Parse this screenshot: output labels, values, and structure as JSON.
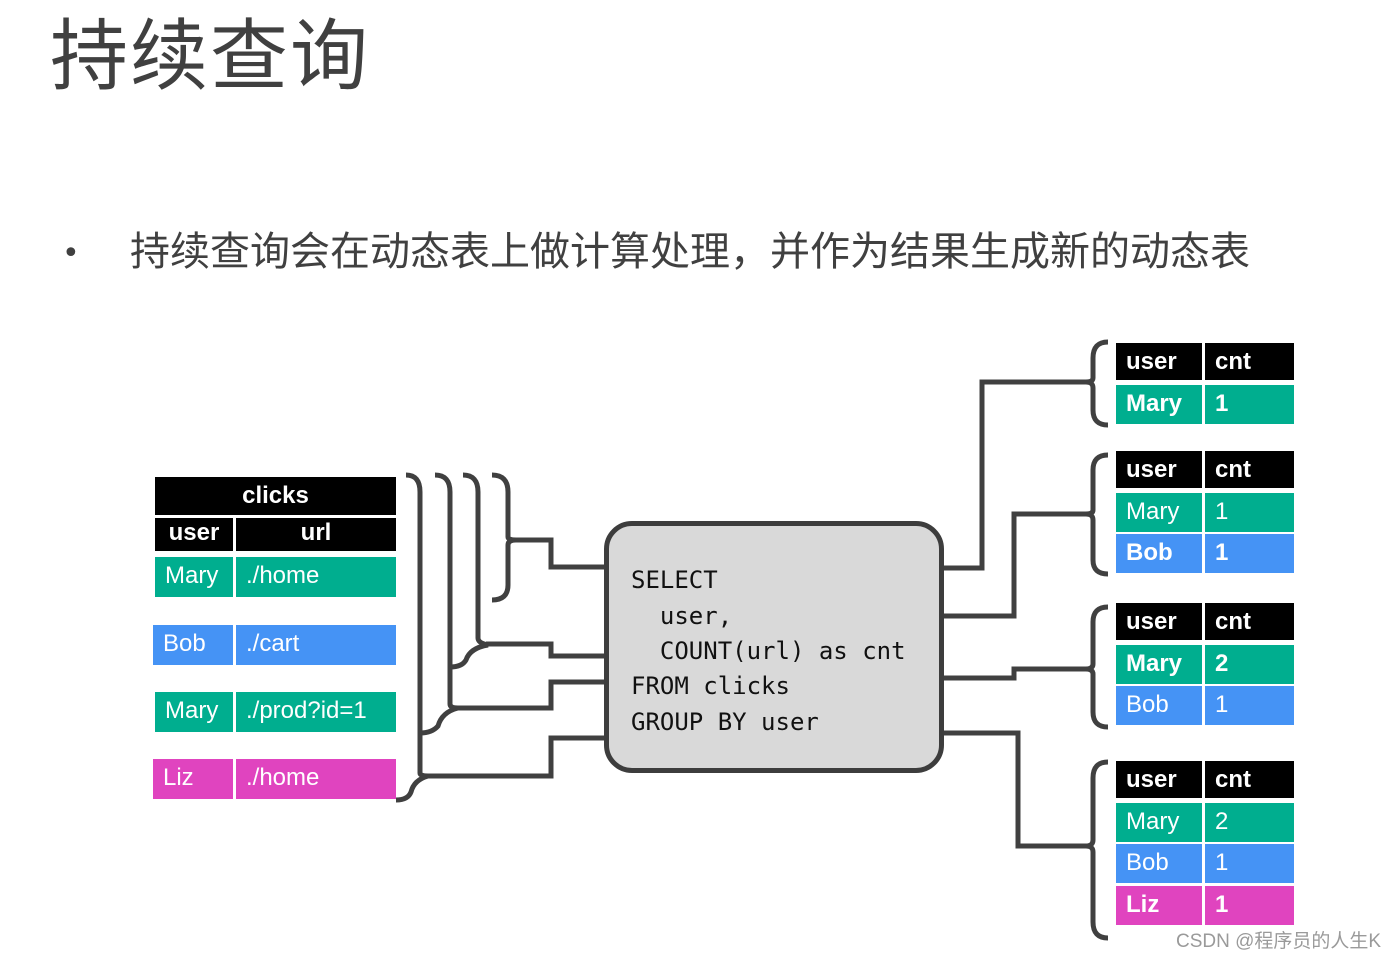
{
  "title": "持续查询",
  "bullet": {
    "symbol": "•",
    "text": "持续查询会在动态表上做计算处理，并作为结果生成新的动态表"
  },
  "colors": {
    "header": "#000000",
    "mary": "#00ae8f",
    "bob": "#4593f5",
    "liz": "#e044bf",
    "connector": "#404040",
    "sql_box_fill": "#d9d9d9"
  },
  "input_table": {
    "name": "clicks",
    "columns": [
      "user",
      "url"
    ],
    "rows": [
      {
        "user": "Mary",
        "url": "./home",
        "color": "mary"
      },
      {
        "user": "Bob",
        "url": "./cart",
        "color": "bob"
      },
      {
        "user": "Mary",
        "url": "./prod?id=1",
        "color": "mary"
      },
      {
        "user": "Liz",
        "url": "./home",
        "color": "liz"
      }
    ]
  },
  "query": {
    "lines": [
      "SELECT",
      "  user,",
      "  COUNT(url) as cnt",
      "FROM clicks",
      "GROUP BY user"
    ]
  },
  "result_tables": [
    {
      "columns": [
        "user",
        "cnt"
      ],
      "rows": [
        {
          "user": "Mary",
          "cnt": "1",
          "color": "mary",
          "updated": true
        }
      ]
    },
    {
      "columns": [
        "user",
        "cnt"
      ],
      "rows": [
        {
          "user": "Mary",
          "cnt": "1",
          "color": "mary",
          "updated": false
        },
        {
          "user": "Bob",
          "cnt": "1",
          "color": "bob",
          "updated": true
        }
      ]
    },
    {
      "columns": [
        "user",
        "cnt"
      ],
      "rows": [
        {
          "user": "Mary",
          "cnt": "2",
          "color": "mary",
          "updated": true
        },
        {
          "user": "Bob",
          "cnt": "1",
          "color": "bob",
          "updated": false
        }
      ]
    },
    {
      "columns": [
        "user",
        "cnt"
      ],
      "rows": [
        {
          "user": "Mary",
          "cnt": "2",
          "color": "mary",
          "updated": false
        },
        {
          "user": "Bob",
          "cnt": "1",
          "color": "bob",
          "updated": false
        },
        {
          "user": "Liz",
          "cnt": "1",
          "color": "liz",
          "updated": true
        }
      ]
    }
  ],
  "watermark": "CSDN @程序员的人生K"
}
